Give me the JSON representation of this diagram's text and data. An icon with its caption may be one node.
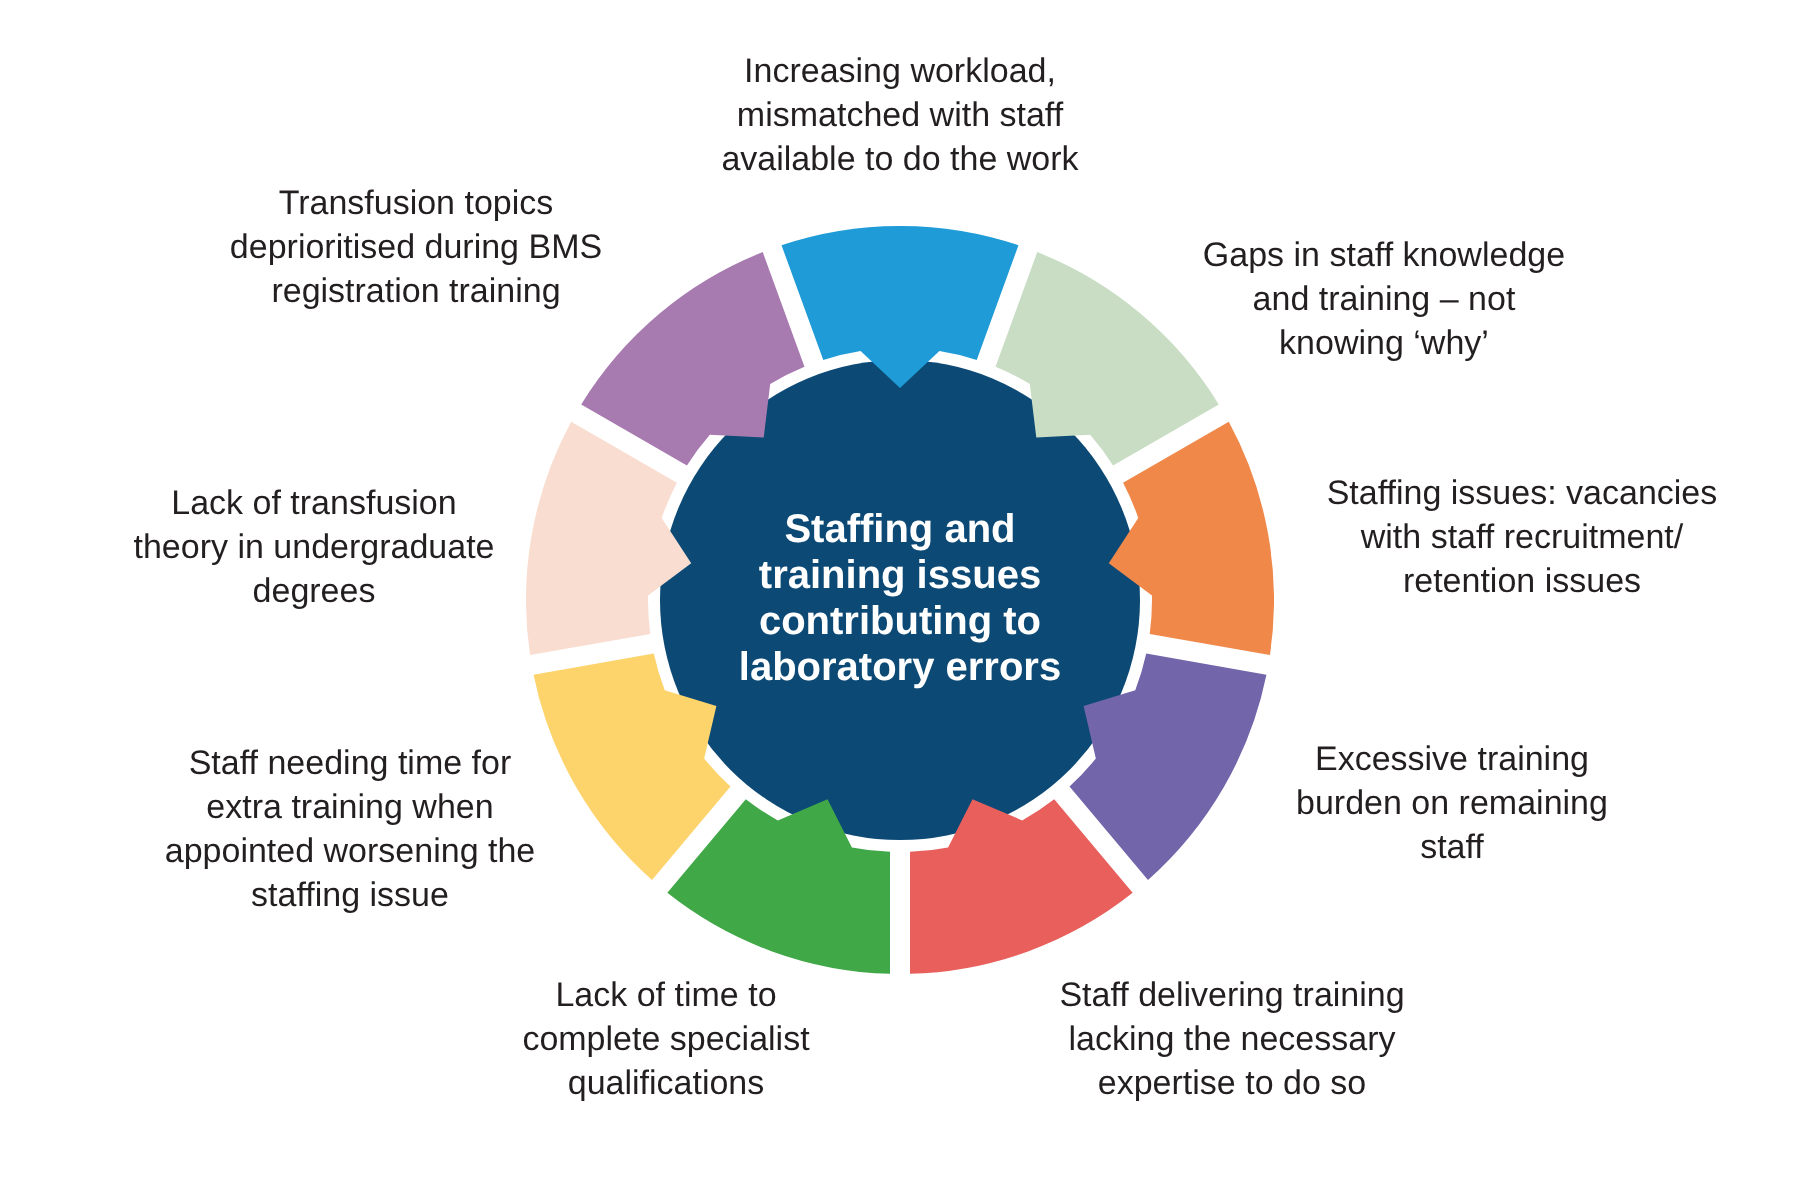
{
  "diagram": {
    "nodes": [
      {
        "text": [
          "Staffing and training issues contributing to laboratory errors"
        ]
      },
      {
        "text": [],
        "shape": "segment",
        "beside": [
          "Increasing workload, mismatched with staff available to do the work"
        ]
      },
      {
        "text": [],
        "shape": "segment",
        "beside": [
          "Gaps in staff knowledge and training – not knowing ‘why’"
        ]
      },
      {
        "text": [],
        "shape": "segment",
        "beside": [
          "Staffing issues: vacancies with staff recruitment/ retention issues"
        ]
      },
      {
        "text": [],
        "shape": "segment",
        "beside": [
          "Excessive training burden on remaining staff"
        ]
      },
      {
        "text": [],
        "shape": "segment",
        "beside": [
          "Staff delivering training lacking the necessary expertise to do so"
        ]
      },
      {
        "text": [],
        "shape": "segment",
        "beside": [
          "Lack of time to complete specialist qualifications"
        ]
      },
      {
        "text": [],
        "shape": "segment",
        "beside": [
          "Staff needing time for extra training when appointed worsening the staffing issue"
        ]
      },
      {
        "text": [],
        "shape": "segment",
        "beside": [
          "Lack of transfusion theory in undergraduate degrees"
        ]
      },
      {
        "text": [],
        "shape": "segment",
        "beside": [
          "Transfusion topics deprioritised during BMS registration training"
        ]
      }
    ]
  }
}
